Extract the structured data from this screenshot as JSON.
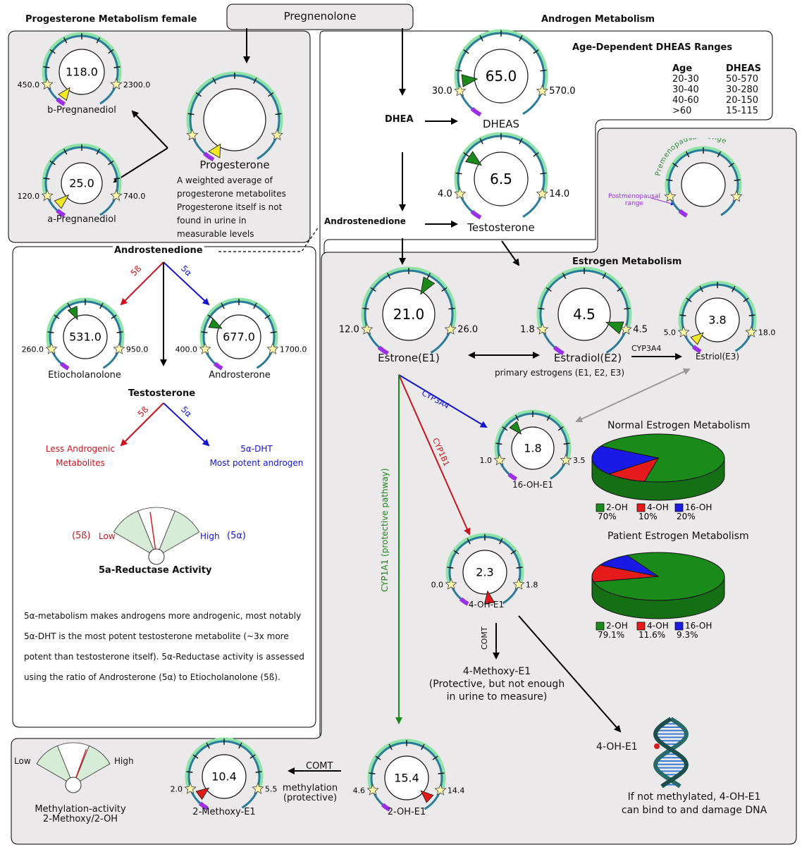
{
  "sections": {
    "progesterone": "Progesterone Metabolism female",
    "androgen": "Androgen Metabolism",
    "estrogen": "Estrogen Metabolism"
  },
  "top": {
    "pregnenolone": "Pregnenolone"
  },
  "dheas_ranges": {
    "title": "Age-Dependent DHEAS Ranges",
    "col_age": "Age",
    "col_dheas": "DHEAS",
    "rows": [
      {
        "age": "20-30",
        "dheas": "50-570"
      },
      {
        "age": "30-40",
        "dheas": "30-280"
      },
      {
        "age": "40-60",
        "dheas": "20-150"
      },
      {
        "age": ">60",
        "dheas": "15-115"
      }
    ]
  },
  "gauges": {
    "b_pregnanediol": {
      "name": "b-Pregnanediol",
      "value": "118.0",
      "low": "450.0",
      "high": "2300.0",
      "fraction": -0.15,
      "color": "#f2e826"
    },
    "a_pregnanediol": {
      "name": "a-Pregnanediol",
      "value": "25.0",
      "low": "120.0",
      "high": "740.0",
      "fraction": -0.1,
      "color": "#f2e826"
    },
    "progesterone": {
      "name": "Progesterone",
      "value": "",
      "low": "",
      "high": "",
      "fraction": -0.18,
      "color": "#f2e826"
    },
    "dheas": {
      "name": "DHEAS",
      "value": "65.0",
      "low": "30.0",
      "high": "570.0",
      "fraction": 0.06,
      "color": "#1a8a1a"
    },
    "testosterone": {
      "name": "Testosterone",
      "value": "6.5",
      "low": "4.0",
      "high": "14.0",
      "fraction": 0.25,
      "color": "#1a8a1a"
    },
    "etiocholanolone": {
      "name": "Etiocholanolone",
      "value": "531.0",
      "low": "260.0",
      "high": "950.0",
      "fraction": 0.39,
      "color": "#1a8a1a"
    },
    "androsterone": {
      "name": "Androsterone",
      "value": "677.0",
      "low": "400.0",
      "high": "1700.0",
      "fraction": 0.21,
      "color": "#1a8a1a"
    },
    "estrone": {
      "name": "Estrone(E1)",
      "value": "21.0",
      "low": "12.0",
      "high": "26.0",
      "fraction": 0.64,
      "color": "#1a8a1a"
    },
    "estradiol": {
      "name": "Estradiol(E2)",
      "value": "4.5",
      "low": "1.8",
      "high": "4.5",
      "fraction": 1.0,
      "color": "#1a8a1a"
    },
    "estriol": {
      "name": "Estriol(E3)",
      "value": "3.8",
      "low": "5.0",
      "high": "18.0",
      "fraction": -0.1,
      "color": "#f2e826"
    },
    "oh16_e1": {
      "name": "16-OH-E1",
      "value": "1.8",
      "low": "1.0",
      "high": "3.5",
      "fraction": 0.32,
      "color": "#1a8a1a"
    },
    "oh4_e1": {
      "name": "4-OH-E1",
      "value": "2.3",
      "low": "0.0",
      "high": "1.8",
      "fraction": 1.28,
      "color": "#e51b1b"
    },
    "oh2_e1": {
      "name": "2-OH-E1",
      "value": "15.4",
      "low": "4.6",
      "high": "14.4",
      "fraction": 1.1,
      "color": "#e51b1b"
    },
    "methoxy2_e1": {
      "name": "2-Methoxy-E1",
      "value": "10.4",
      "low": "2.0",
      "high": "5.5",
      "fraction": 1.56,
      "color": "#e51b1b"
    }
  },
  "progesterone_note": [
    "A weighted average of",
    "progesterone  metabolites",
    "Progesterone itself is not",
    "found in urine in",
    "measurable levels"
  ],
  "androgen": {
    "dhea": "DHEA",
    "androstenedione": "Androstenedione"
  },
  "legend": {
    "premenopausal": "Premenopausal Range",
    "postmenopausal_1": "Postmenopausal",
    "postmenopausal_2": "range"
  },
  "left_panel": {
    "androstenedione": "Androstenedione",
    "five_beta": "5ß",
    "five_alpha": "5α",
    "testosterone": "Testosterone",
    "less_androgenic_1": "Less Androgenic",
    "less_androgenic_2": "Metabolites",
    "dht_1": "5α-DHT",
    "dht_2": "Most potent androgen",
    "reductase_low_tag": "(5ß)",
    "reductase_low": "Low",
    "reductase_high": "High",
    "reductase_high_tag": "(5α)",
    "reductase_title": "5a-Reductase Activity",
    "paragraph": "5α-metabolism makes androgens more androgenic, most notably 5α-DHT is the most potent testosterone metabolite (~3x more potent than testosterone itself). 5α-Reductase activity is assessed using the ratio of Androsterone (5α) to Etiocholanolone (5ß)."
  },
  "estrogen": {
    "primary": "primary estrogens (E1, E2, E3)",
    "cyp3a4": "CYP3A4",
    "cyp1b1": "CYP1B1",
    "cyp1a1": "CYP1A1 (protective pathway)",
    "comt": "COMT",
    "methoxy4_1": "4-Methoxy-E1",
    "methoxy4_2": "(Protective, but not enough",
    "methoxy4_3": "in urine to measure)",
    "dna_label": "4-OH-E1",
    "dna_note_1": "If not methylated, 4-OH-E1",
    "dna_note_2": "can bind to and damage DNA",
    "methylation_1": "methylation",
    "methylation_2": "(protective)"
  },
  "methylation_panel": {
    "low": "Low",
    "high": "High",
    "title_1": "Methylation-activity",
    "title_2": "2-Methoxy/2-OH"
  },
  "chart_data": [
    {
      "type": "pie",
      "title": "Normal Estrogen Metabolism",
      "categories": [
        "2-OH",
        "4-OH",
        "16-OH"
      ],
      "values": [
        70,
        10,
        20
      ],
      "labels": [
        "70%",
        "10%",
        "20%"
      ],
      "colors": [
        "#1a8a1a",
        "#e51b1b",
        "#1a1ae6"
      ]
    },
    {
      "type": "pie",
      "title": "Patient Estrogen Metabolism",
      "categories": [
        "2-OH",
        "4-OH",
        "16-OH"
      ],
      "values": [
        79.1,
        11.6,
        9.3
      ],
      "labels": [
        "79.1%",
        "11.6%",
        "9.3%"
      ],
      "colors": [
        "#1a8a1a",
        "#e51b1b",
        "#1a1ae6"
      ]
    }
  ]
}
